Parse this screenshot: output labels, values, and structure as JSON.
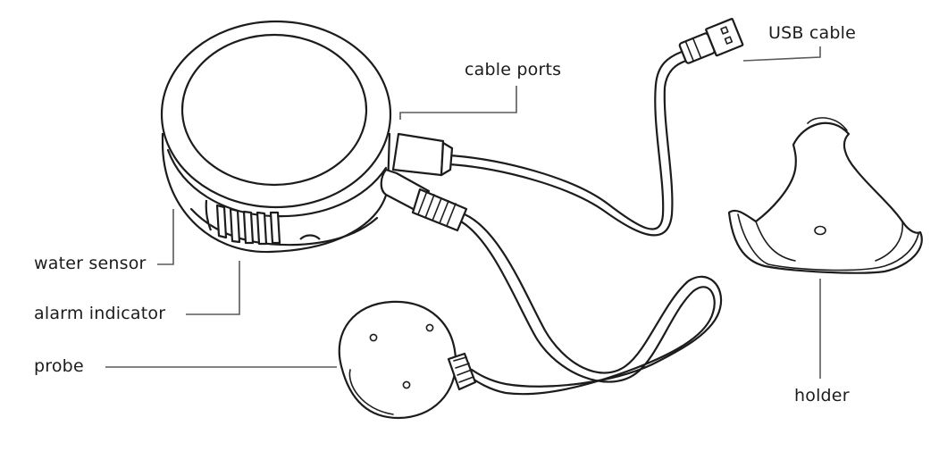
{
  "labels": {
    "usb_cable": "USB cable",
    "cable_ports": "cable ports",
    "water_sensor": "water sensor",
    "alarm_indicator": "alarm indicator",
    "probe": "probe",
    "holder": "holder"
  },
  "colors": {
    "line": "#1c1c1c",
    "background": "#ffffff"
  }
}
